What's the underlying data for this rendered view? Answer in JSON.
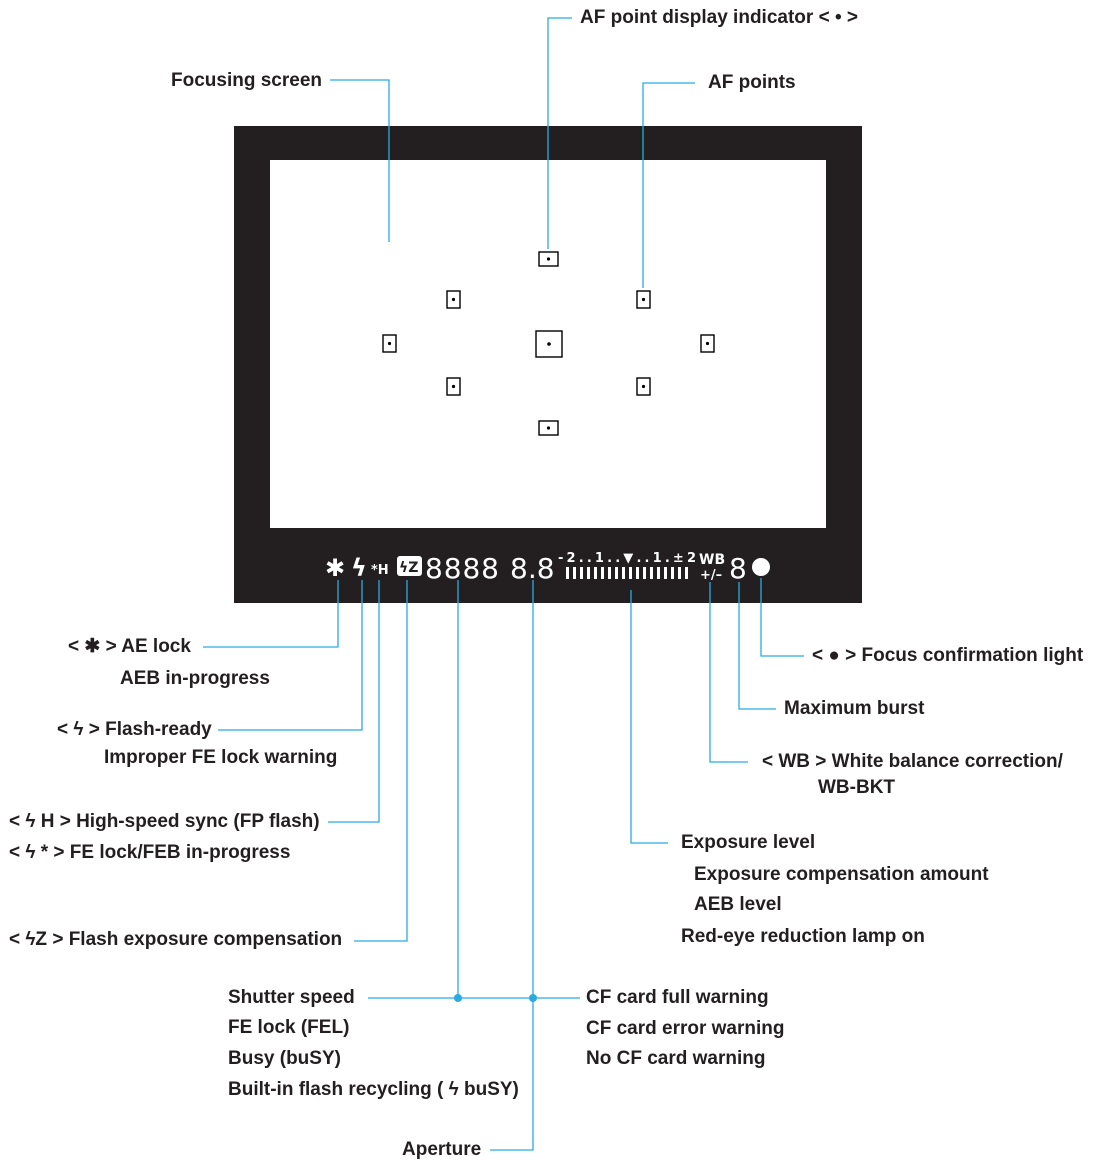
{
  "accent_color": "#29abe2",
  "top_labels": {
    "af_point_display": "AF point display indicator < • >",
    "focusing_screen": "Focusing screen",
    "af_points": "AF points"
  },
  "viewfinder_display": {
    "ae_lock_glyph": "✱",
    "flash_glyph": "ϟ",
    "fp_glyph": "*H",
    "fec_glyph": "ϟZ",
    "shutter_digits": "8888",
    "aperture_digits": "8.8",
    "scale_text": "-2..1..▼..1.±2",
    "wb_glyph": "WB",
    "wb_sub": "+/–",
    "burst_digit": "8"
  },
  "left_labels": {
    "ae_lock": "< ✱ > AE lock",
    "aeb_in_progress": "AEB in-progress",
    "flash_ready": "< ϟ > Flash-ready",
    "improper_fe": "Improper FE lock warning",
    "high_speed": "< ϟ H > High-speed sync (FP flash)",
    "fe_lock_feb": "< ϟ * > FE lock/FEB in-progress",
    "flash_comp": "< ϟZ > Flash exposure compensation"
  },
  "bottom_left_labels": [
    "Shutter speed",
    "FE lock (FEL)",
    "Busy (buSY)",
    "Built-in flash recycling ( ϟ buSY)"
  ],
  "aperture_label": "Aperture",
  "cf_labels": [
    "CF card full warning",
    "CF card error warning",
    "No CF card warning"
  ],
  "right_labels": {
    "focus_confirm": "< ● > Focus confirmation light",
    "max_burst": "Maximum burst",
    "wb_correction": "< WB > White balance correction/",
    "wb_bkt": "WB-BKT"
  },
  "exposure_labels": [
    "Exposure level",
    "Exposure compensation amount",
    "AEB level",
    "Red-eye reduction lamp on"
  ]
}
